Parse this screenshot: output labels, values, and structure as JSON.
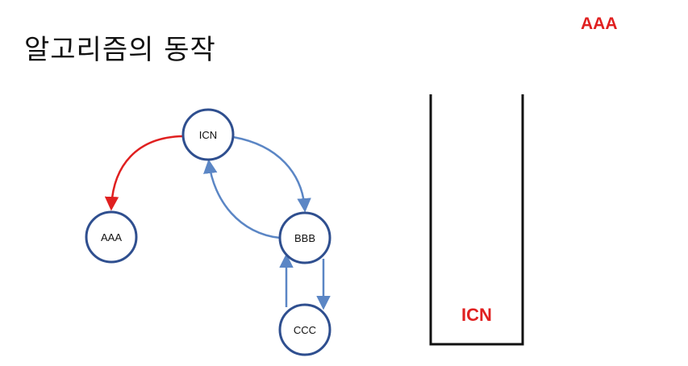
{
  "title": "알고리즘의 동작",
  "current_node": "AAA",
  "colors": {
    "highlight": "#e02020",
    "edge": "#5b86c5",
    "node_stroke": "#2f4f8f",
    "stack": "#111111"
  },
  "graph": {
    "nodes": [
      {
        "id": "ICN",
        "label": "ICN"
      },
      {
        "id": "AAA",
        "label": "AAA"
      },
      {
        "id": "BBB",
        "label": "BBB"
      },
      {
        "id": "CCC",
        "label": "CCC"
      }
    ],
    "edges": [
      {
        "from": "ICN",
        "to": "AAA",
        "highlighted": true
      },
      {
        "from": "ICN",
        "to": "BBB",
        "highlighted": false
      },
      {
        "from": "BBB",
        "to": "ICN",
        "highlighted": false
      },
      {
        "from": "BBB",
        "to": "CCC",
        "highlighted": false
      },
      {
        "from": "CCC",
        "to": "BBB",
        "highlighted": false
      }
    ]
  },
  "stack": {
    "items": [
      "ICN"
    ]
  }
}
